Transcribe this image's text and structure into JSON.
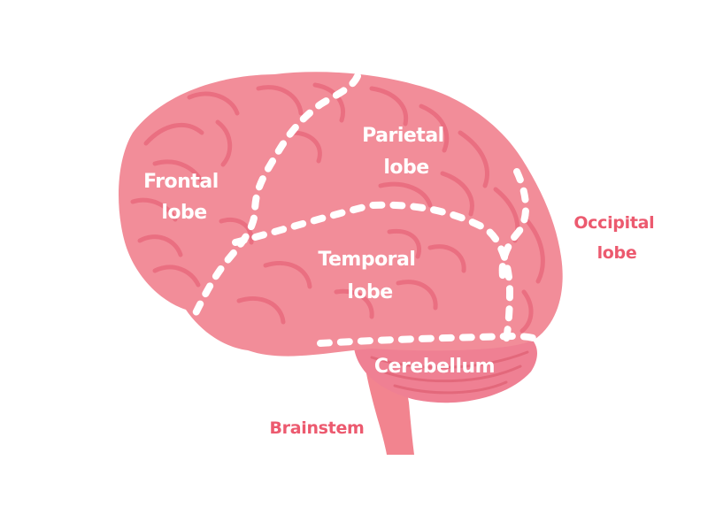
{
  "colors": {
    "background": "#ffffff",
    "brain": "#f28d99",
    "gyri": "#ea6f81",
    "cerebellum": "#ef8093",
    "brainstem": "#f2848f",
    "boundary": "#ffffff",
    "external_label": "#ec5a6f"
  },
  "labels": {
    "frontal": [
      "Frontal",
      "lobe"
    ],
    "parietal": [
      "Parietal",
      "lobe"
    ],
    "temporal": [
      "Temporal",
      "lobe"
    ],
    "cerebellum": "Cerebellum",
    "occipital": [
      "Occipital",
      "lobe"
    ],
    "brainstem": "Brainstem"
  }
}
